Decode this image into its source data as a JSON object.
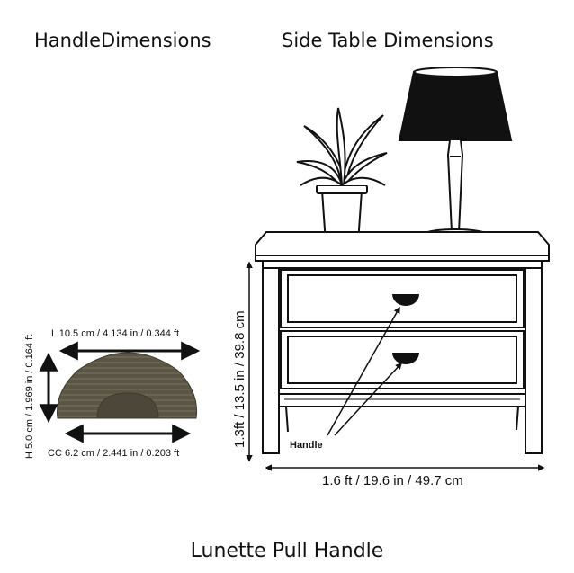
{
  "titles": {
    "handle": "HandleDimensions",
    "table": "Side Table Dimensions",
    "product": "Lunette Pull Handle"
  },
  "handle_dims": {
    "length": "L 10.5 cm / 4.134 in / 0.344 ft",
    "height": "H 5.0 cm / 1.969 in / 0.164 ft",
    "cc": "CC 6.2 cm / 2.441 in / 0.203 ft"
  },
  "table_dims": {
    "height": "1.3ft / 13.5 in / 39.8 cm",
    "width": "1.6 ft / 19.6 in / 49.7 cm",
    "callout": "Handle"
  },
  "colors": {
    "handle_fill": "#5b5546",
    "handle_dark": "#3f3a2e",
    "line": "#111111"
  }
}
